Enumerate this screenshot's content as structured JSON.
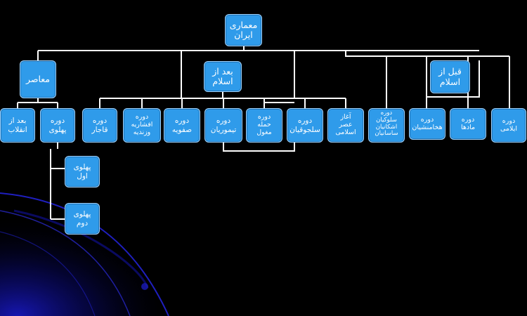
{
  "diagram": {
    "root": "معماری\nایران",
    "groups": {
      "contemporary": "معاصر",
      "post_islam": "بعد از\nاسلام",
      "pre_islam": "قبل از\nاسلام"
    },
    "contemporary_children": {
      "after_revolution": "بعد از\nانقلاب",
      "pahlavi_era": "دوره\nپهلوی",
      "pahlavi_first": "پهلوی\nاول",
      "pahlavi_second": "پهلوی\nدوم"
    },
    "post_islam_children": {
      "qajar": "دوره\nقاجار",
      "afsharieh_zandieh": "دوره\nافشاریه\nوزندیه",
      "safavid": "دوره\nصفویه",
      "timurid": "دوره\nتیموریان",
      "mongol": "دوره\nحمله\nمغول",
      "seljuk": "دوره\nسلجوقیان",
      "early_islam": "آغاز\nعصر\nاسلامی"
    },
    "pre_islam_children": {
      "seleucid_parthian_sasanian": "دوره\nسلوکیان\nاشکانیان\nساسانیان",
      "achaemenid": "دوره\nهخامنشیان",
      "median": "دوره\nمادها",
      "elamite": "دوره\nایلامی"
    }
  },
  "colors": {
    "background": "#000000",
    "node_fill": "#2f9bea",
    "node_border": "#9fd4ff",
    "connector": "#ffffff",
    "decoration": "#1414a0"
  }
}
